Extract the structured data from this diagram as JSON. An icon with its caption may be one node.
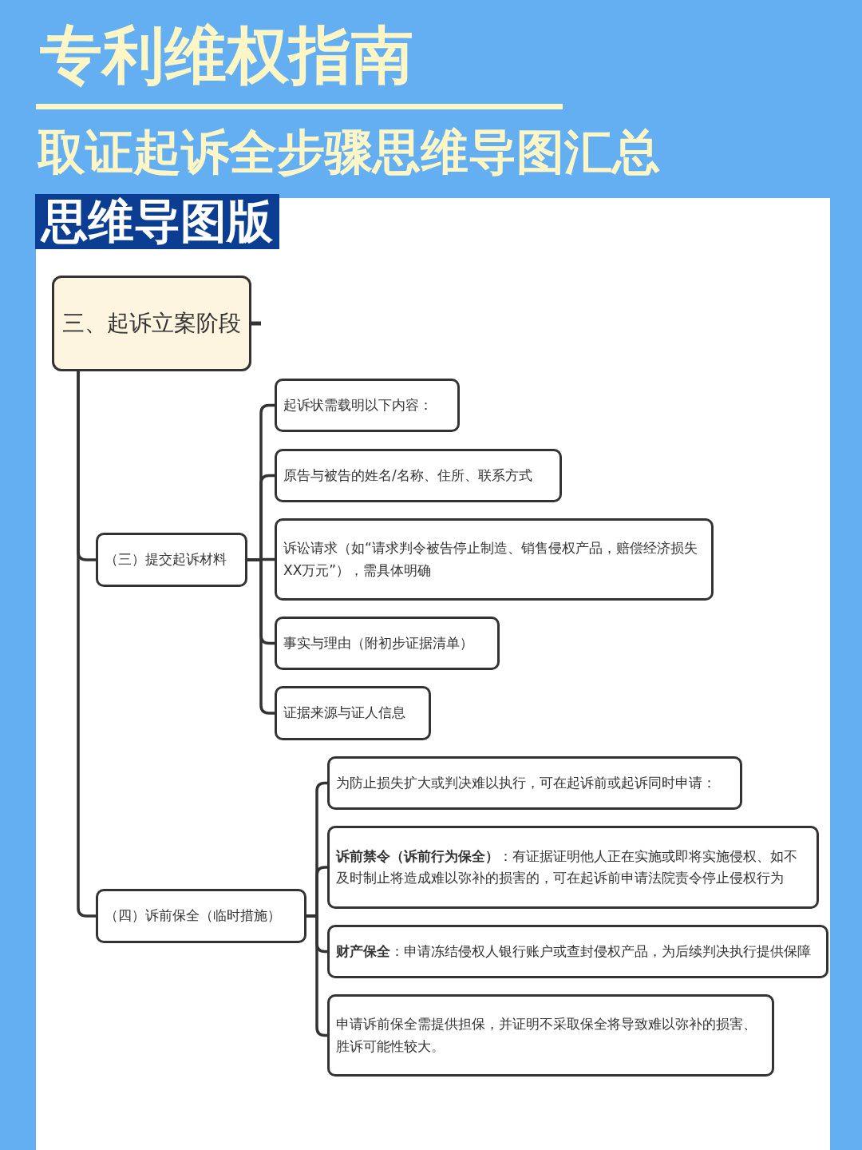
{
  "diagram": {
    "title": "专利维权指南",
    "nodes": [
      {
        "text": [
          "三、起诉立案阶段"
        ]
      },
      {
        "text": [
          "（三）提交起诉材料"
        ]
      },
      {
        "text": [
          "起诉状需载明以下内容："
        ]
      },
      {
        "text": [
          "原告与被告的姓名/名称、住所、联系方式"
        ]
      },
      {
        "text": [
          "诉讼请求（如“请求判令被告停止制造、销售侵权产品，赔偿经济损失XX万元”），需具体明确"
        ]
      },
      {
        "text": [
          "事实与理由（附初步证据清单）"
        ]
      },
      {
        "text": [
          "证据来源与证人信息"
        ]
      },
      {
        "text": [
          "（四）诉前保全（临时措施）"
        ]
      },
      {
        "text": [
          "为防止损失扩大或判决难以执行，可在起诉前或起诉同时申请："
        ]
      },
      {
        "text": [
          "**诉前禁令（诉前行为保全）**：有证据证明他人正在实施或即将实施侵权、如不及时制止将造成难以弥补的损害的，可在起诉前申请法院责令停止侵权行为"
        ]
      },
      {
        "text": [
          "**财产保全**：申请冻结侵权人银行账户或查封侵权产品，为后续判决执行提供保障"
        ]
      },
      {
        "text": [
          "申请诉前保全需提供担保，并证明不采取保全将导致难以弥补的损害、胜诉可能性较大。"
        ]
      }
    ],
    "edges": [
      {
        "from": 0,
        "to": 1,
        "arrow": "none"
      },
      {
        "from": 0,
        "to": 7,
        "arrow": "none"
      },
      {
        "from": 1,
        "to": 2,
        "arrow": "none"
      },
      {
        "from": 1,
        "to": 3,
        "arrow": "none"
      },
      {
        "from": 1,
        "to": 4,
        "arrow": "none"
      },
      {
        "from": 1,
        "to": 5,
        "arrow": "none"
      },
      {
        "from": 1,
        "to": 6,
        "arrow": "none"
      },
      {
        "from": 7,
        "to": 8,
        "arrow": "none"
      },
      {
        "from": 7,
        "to": 9,
        "arrow": "none"
      },
      {
        "from": 7,
        "to": 10,
        "arrow": "none"
      },
      {
        "from": 7,
        "to": 11,
        "arrow": "none"
      }
    ],
    "labels": [
      "取证起诉全步骤思维导图汇总",
      "思维导图版"
    ]
  }
}
